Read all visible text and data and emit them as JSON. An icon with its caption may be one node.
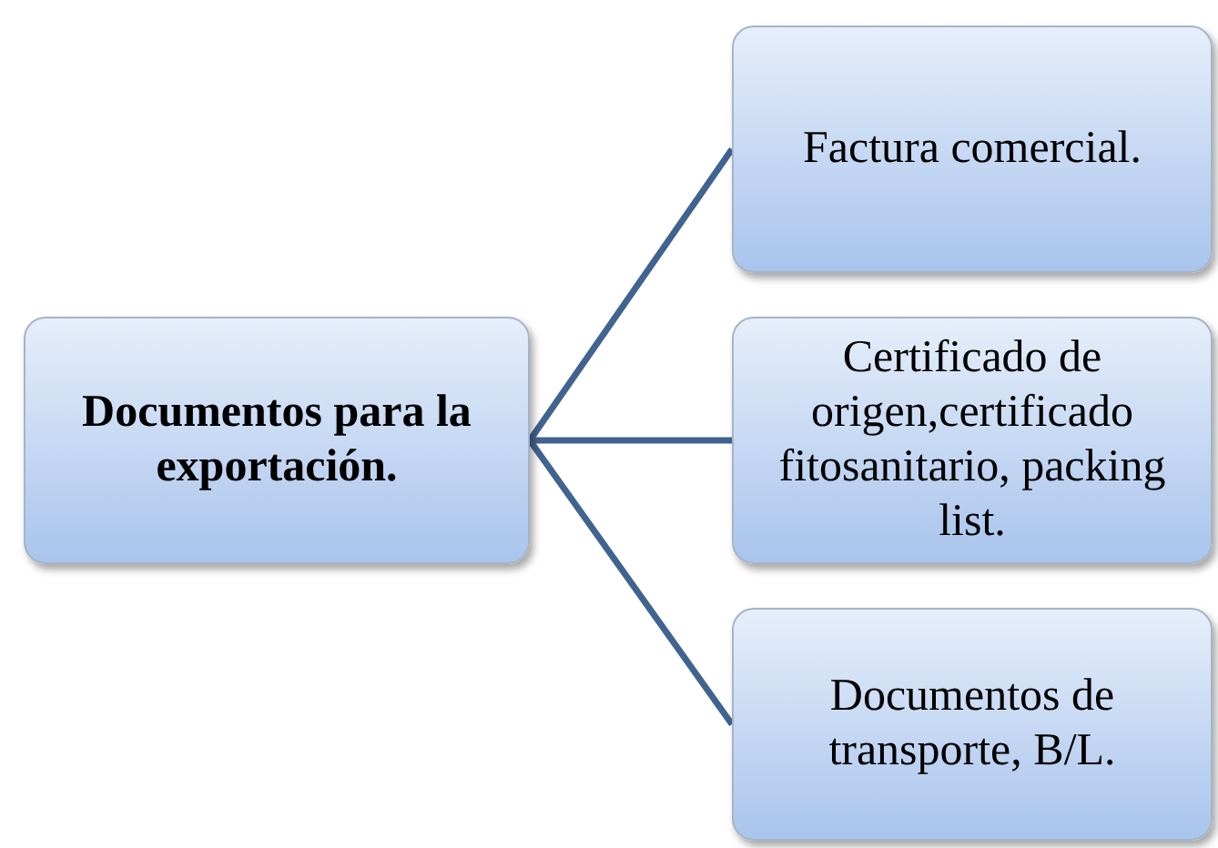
{
  "diagram": {
    "nodes": [
      {
        "text": [
          "Documentos para la exportación."
        ]
      },
      {
        "text": [
          "Factura comercial."
        ]
      },
      {
        "text": [
          "Certificado de origen,certificado fitosanitario, packing list."
        ]
      },
      {
        "text": [
          "Documentos de transporte, B/L."
        ]
      }
    ],
    "edges": [
      {
        "from": 0,
        "to": 1,
        "arrow": "none"
      },
      {
        "from": 0,
        "to": 2,
        "arrow": "none"
      },
      {
        "from": 0,
        "to": 3,
        "arrow": "none"
      }
    ]
  }
}
